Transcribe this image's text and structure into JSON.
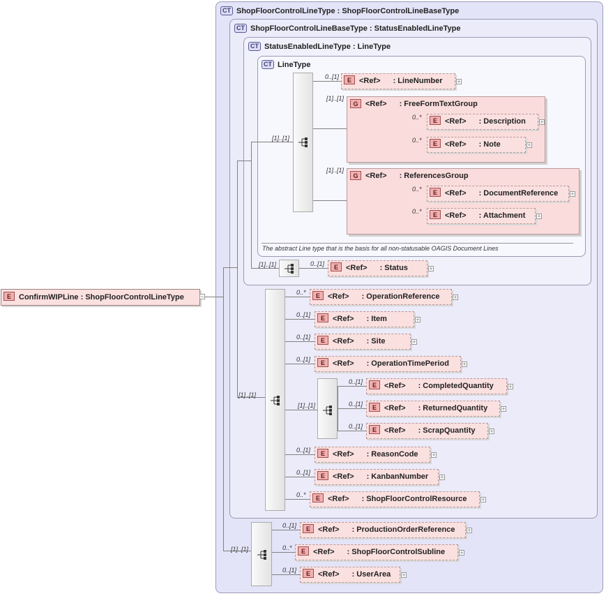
{
  "root": {
    "badge": "E",
    "label": "ConfirmWIPLine : ShopFloorControlLineType",
    "expand": "−"
  },
  "types": {
    "t1": {
      "badge": "CT",
      "label": "ShopFloorControlLineType : ShopFloorControlLineBaseType"
    },
    "t2": {
      "badge": "CT",
      "label": "ShopFloorControlLineBaseType : StatusEnabledLineType"
    },
    "t3": {
      "badge": "CT",
      "label": "StatusEnabledLineType : LineType"
    },
    "t4": {
      "badge": "CT",
      "label": "LineType",
      "doc": "The abstract Line type that is the basis for all non-statusable OAGIS Document Lines"
    }
  },
  "groups": [
    {
      "badge": "G",
      "ref": "<Ref>",
      "name": ": FreeFormTextGroup"
    },
    {
      "badge": "G",
      "ref": "<Ref>",
      "name": ": ReferencesGroup"
    }
  ],
  "cards": {
    "one": "[1]..[1]",
    "opt": "0..[1]",
    "many": "0..*"
  },
  "elements": [
    {
      "card": "0..[1]",
      "badge": "E",
      "ref": "<Ref>",
      "name": ": LineNumber"
    },
    {
      "card": "0..*",
      "badge": "E",
      "ref": "<Ref>",
      "name": ": Description"
    },
    {
      "card": "0..*",
      "badge": "E",
      "ref": "<Ref>",
      "name": ": Note"
    },
    {
      "card": "0..*",
      "badge": "E",
      "ref": "<Ref>",
      "name": ": DocumentReference"
    },
    {
      "card": "0..*",
      "badge": "E",
      "ref": "<Ref>",
      "name": ": Attachment"
    },
    {
      "card": "0..[1]",
      "badge": "E",
      "ref": "<Ref>",
      "name": ": Status"
    },
    {
      "card": "0..*",
      "badge": "E",
      "ref": "<Ref>",
      "name": ": OperationReference"
    },
    {
      "card": "0..[1]",
      "badge": "E",
      "ref": "<Ref>",
      "name": ": Item"
    },
    {
      "card": "0..[1]",
      "badge": "E",
      "ref": "<Ref>",
      "name": ": Site"
    },
    {
      "card": "0..[1]",
      "badge": "E",
      "ref": "<Ref>",
      "name": ": OperationTimePeriod"
    },
    {
      "card": "0..[1]",
      "badge": "E",
      "ref": "<Ref>",
      "name": ": CompletedQuantity"
    },
    {
      "card": "0..[1]",
      "badge": "E",
      "ref": "<Ref>",
      "name": ": ReturnedQuantity"
    },
    {
      "card": "0..[1]",
      "badge": "E",
      "ref": "<Ref>",
      "name": ": ScrapQuantity"
    },
    {
      "card": "0..[1]",
      "badge": "E",
      "ref": "<Ref>",
      "name": ": ReasonCode"
    },
    {
      "card": "0..[1]",
      "badge": "E",
      "ref": "<Ref>",
      "name": ": KanbanNumber"
    },
    {
      "card": "0..*",
      "badge": "E",
      "ref": "<Ref>",
      "name": ": ShopFloorControlResource"
    },
    {
      "card": "0..[1]",
      "badge": "E",
      "ref": "<Ref>",
      "name": ": ProductionOrderReference"
    },
    {
      "card": "0..*",
      "badge": "E",
      "ref": "<Ref>",
      "name": ": ShopFloorControlSubline"
    },
    {
      "card": "0..[1]",
      "badge": "E",
      "ref": "<Ref>",
      "name": ": UserArea"
    }
  ],
  "expand_symbol": "+"
}
